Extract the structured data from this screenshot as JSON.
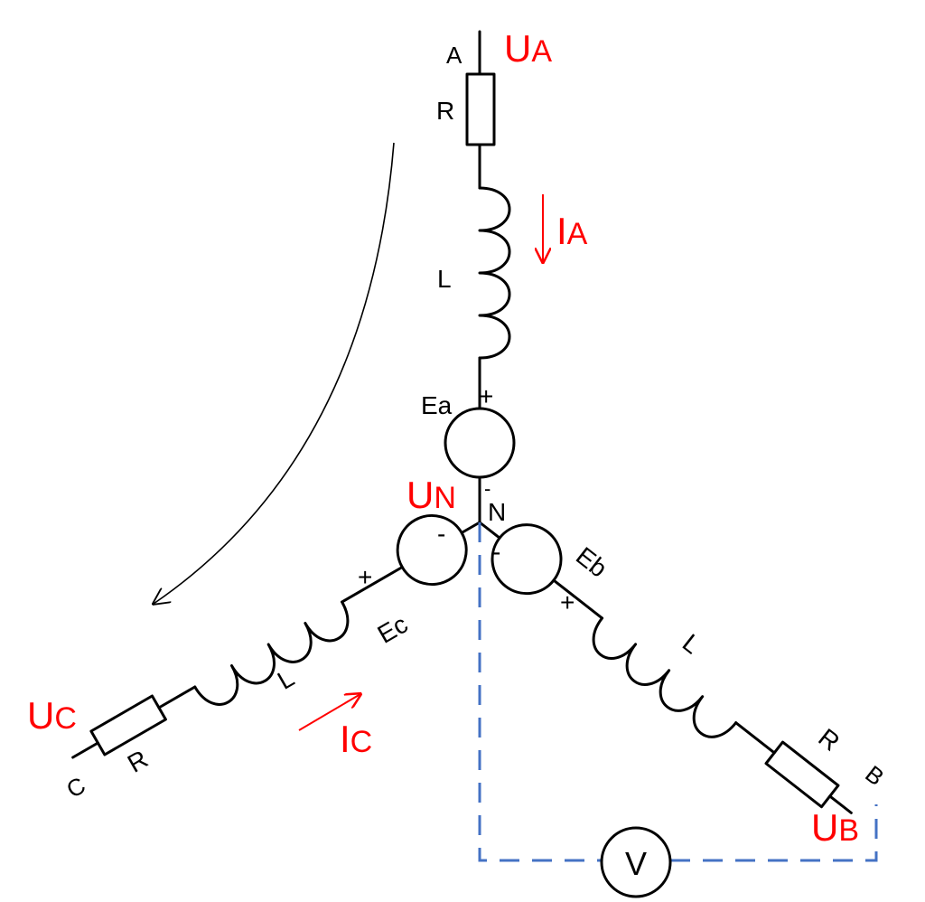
{
  "colors": {
    "wire": "#000000",
    "label": "#000000",
    "highlight": "#ff0000",
    "meter_wire": "#4472c4",
    "background": "#ffffff"
  },
  "phase_a": {
    "terminal": "A",
    "voltage_main": "U",
    "voltage_sub": "A",
    "resistor": "R",
    "inductor": "L",
    "emf": "Ea",
    "emf_plus": "+",
    "emf_minus": "-",
    "current_main": "I",
    "current_sub": "A"
  },
  "phase_b": {
    "terminal": "B",
    "voltage_main": "U",
    "voltage_sub": "B",
    "resistor": "R",
    "inductor": "L",
    "emf": "Eb",
    "emf_plus": "+",
    "emf_minus": "-"
  },
  "phase_c": {
    "terminal": "C",
    "voltage_main": "U",
    "voltage_sub": "C",
    "resistor": "R",
    "inductor": "L",
    "emf": "Ec",
    "emf_plus": "+",
    "emf_minus": "-",
    "current_main": "I",
    "current_sub": "C"
  },
  "neutral": {
    "label": "N",
    "voltage_main": "U",
    "voltage_sub": "N"
  },
  "voltmeter": {
    "label": "V"
  }
}
